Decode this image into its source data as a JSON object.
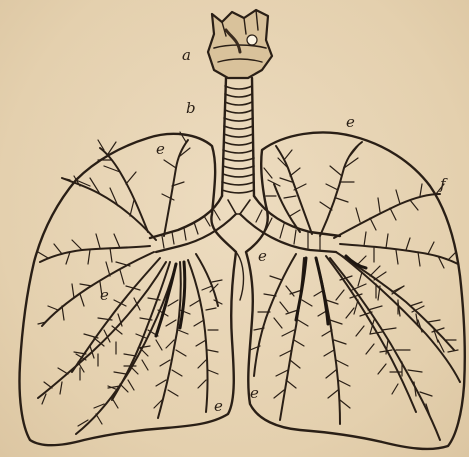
{
  "figure": {
    "subject": "Engraved illustration of the trachea, bronchi and bronchial tree of the lungs",
    "colors": {
      "paper": "#e6d3b3",
      "ink": "#2a1f16"
    }
  },
  "labels": [
    {
      "id": "a",
      "text": "a"
    },
    {
      "id": "b",
      "text": "b"
    },
    {
      "id": "e_top_right",
      "text": "e"
    },
    {
      "id": "e_top_left",
      "text": "e"
    },
    {
      "id": "f",
      "text": "f"
    },
    {
      "id": "e_mid_right",
      "text": "e"
    },
    {
      "id": "e_bottom_left",
      "text": "e"
    },
    {
      "id": "e_bottom_center",
      "text": "e"
    },
    {
      "id": "e_lower_right",
      "text": "e"
    }
  ]
}
